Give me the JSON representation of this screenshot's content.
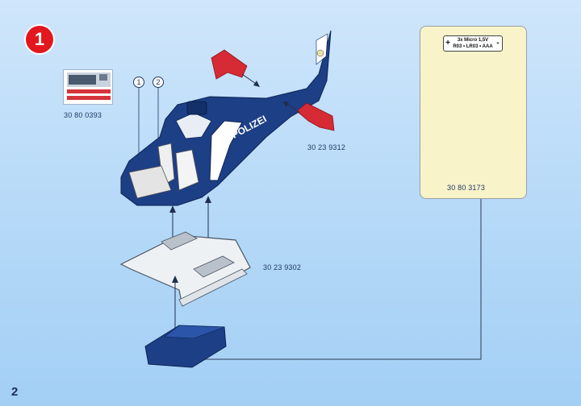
{
  "step_number": "1",
  "page_number": "2",
  "parts": {
    "sticker_sheet": "30 80 0393",
    "tail_fins": "30 23 9312",
    "landing_skids": "30 23 9302",
    "battery_box": "30 80 3173"
  },
  "callouts": [
    "1",
    "2"
  ],
  "helicopter_text": "POLIZEI",
  "battery_label": {
    "plus": "+",
    "minus": "-",
    "line1": "3x Micro 1,5V",
    "line2": "R03 • LR03 • AAA"
  },
  "colors": {
    "helicopter_blue": "#1d3f86",
    "fin_red": "#d62a35",
    "badge_red": "#e3171e",
    "panel_yellow": "#f8f3c8"
  }
}
